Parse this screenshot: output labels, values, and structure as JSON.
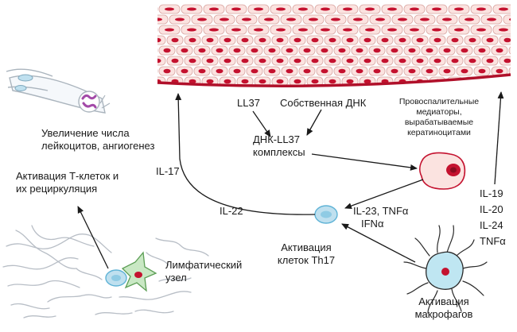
{
  "labels": {
    "leukocytes": [
      "Увеличение числа",
      "лейкоцитов, ангиогенез"
    ],
    "tcell_activation": [
      "Активация Т-клеток и",
      "их рециркуляция"
    ],
    "ll37": "LL37",
    "own_dna": "Собственная ДНК",
    "complexes": [
      "ДНК-LL37",
      "комплексы"
    ],
    "mediators": [
      "Провоспалительные",
      "медиаторы,",
      "вырабатываемые",
      "кератиноцитами"
    ],
    "il17": "IL-17",
    "il22": "IL-22",
    "il23": [
      "IL-23, TNFα",
      "IFNα"
    ],
    "th17": [
      "Активация",
      "клеток Th17"
    ],
    "lymph_node": [
      "Лимфатический",
      "узел"
    ],
    "macrophage": [
      "Активация",
      "макрофагов"
    ],
    "keratinocyte_cytokines": [
      "IL-19",
      "IL-20",
      "IL-24",
      "TNFα"
    ]
  },
  "colors": {
    "cell_fill": "#fbe3e0",
    "cell_stroke": "#d9a6a2",
    "nucleus": "#c4122f",
    "basement": "#b0102a",
    "blue_cell": "#bfe0ef",
    "blue_nucleus": "#5fb3d6",
    "vessels": "#b8bec6"
  }
}
